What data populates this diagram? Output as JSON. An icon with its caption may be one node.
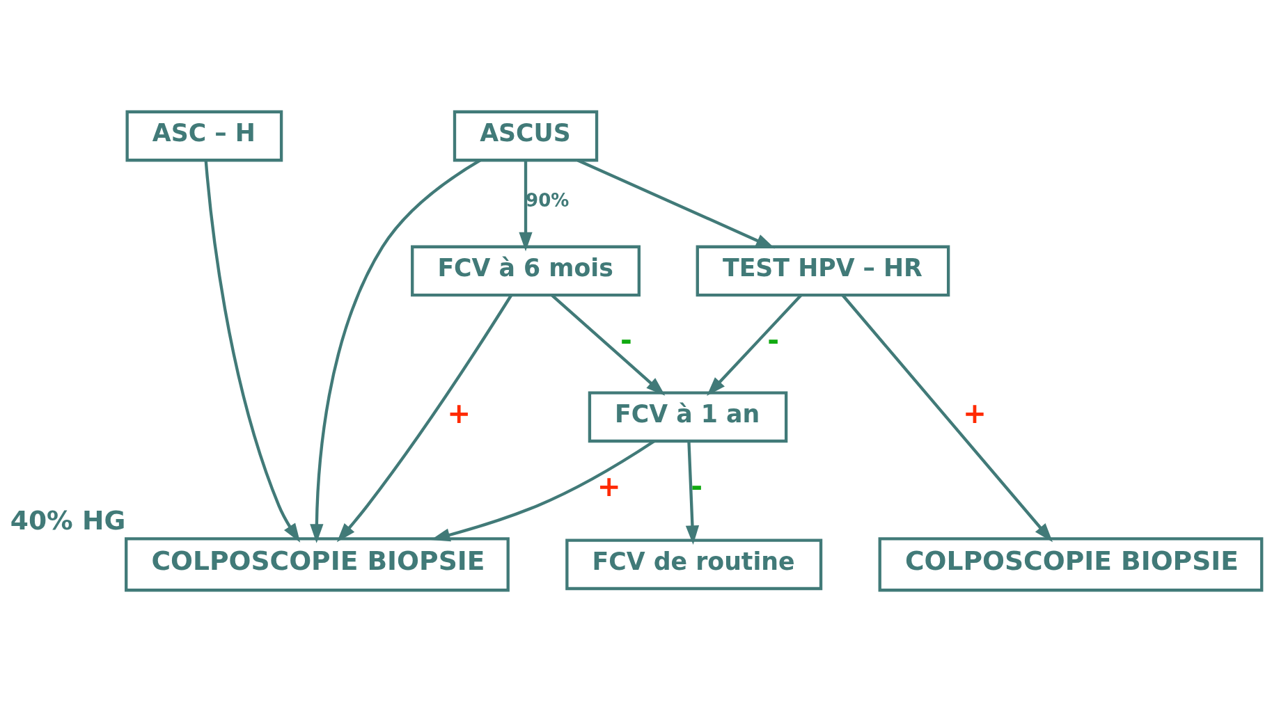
{
  "diagram": {
    "nodes": [
      {
        "text": [
          "ASC – H"
        ]
      },
      {
        "text": [
          "ASCUS"
        ]
      },
      {
        "text": [
          "FCV à 6 mois"
        ]
      },
      {
        "text": [
          "TEST HPV – HR"
        ]
      },
      {
        "text": [
          "FCV à 1 an"
        ]
      },
      {
        "text": [
          "COLPOSCOPIE BIOPSIE"
        ],
        "beside": [
          "40% HG"
        ]
      },
      {
        "text": [
          "FCV de routine"
        ]
      },
      {
        "text": [
          "COLPOSCOPIE BIOPSIE"
        ]
      }
    ],
    "edges": [
      {
        "from": 0,
        "to": 5,
        "arrow": "to"
      },
      {
        "from": 1,
        "to": 5,
        "arrow": "to"
      },
      {
        "from": 1,
        "to": 2,
        "arrow": "to",
        "label": "90%"
      },
      {
        "from": 1,
        "to": 3,
        "arrow": "to"
      },
      {
        "from": 2,
        "to": 5,
        "arrow": "to",
        "label": "+"
      },
      {
        "from": 2,
        "to": 4,
        "arrow": "to",
        "label": "-"
      },
      {
        "from": 3,
        "to": 4,
        "arrow": "to",
        "label": "-"
      },
      {
        "from": 4,
        "to": 5,
        "arrow": "to",
        "label": "+"
      },
      {
        "from": 4,
        "to": 6,
        "arrow": "to",
        "label": "-"
      },
      {
        "from": 3,
        "to": 7,
        "arrow": "to",
        "label": "+"
      }
    ]
  }
}
